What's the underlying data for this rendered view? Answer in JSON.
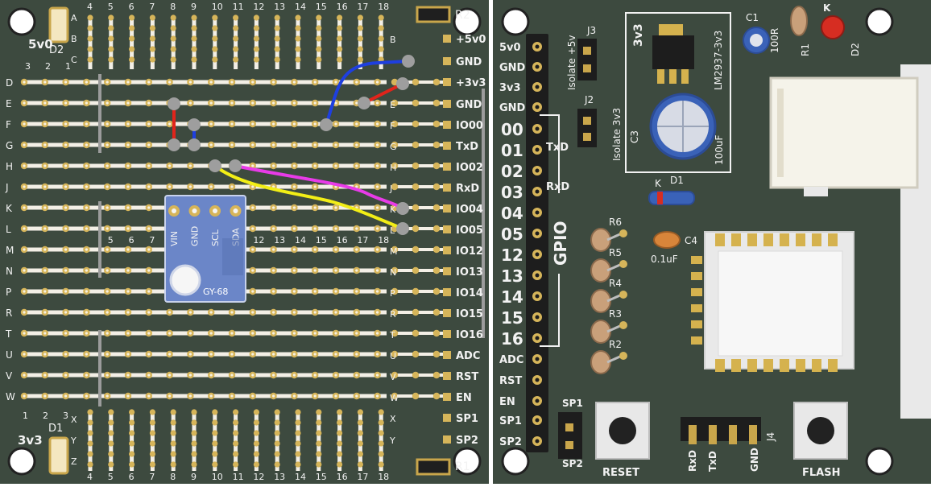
{
  "colors": {
    "board": "#3d4a3f",
    "board_edge": "#2b352d",
    "silk": "#f2f2f2",
    "pad": "#d6b55a",
    "pad_hole": "#f7f1df",
    "trace": "#f3efe6",
    "wire_red": "#e0241b",
    "wire_blue": "#1e3fe0",
    "wire_magenta": "#e83be8",
    "wire_yellow": "#f2ee16",
    "module_blue": "#6b86c8"
  },
  "left_board": {
    "column_labels_top": [
      "4",
      "5",
      "6",
      "7",
      "8",
      "9",
      "10",
      "11",
      "12",
      "13",
      "14",
      "15",
      "16",
      "17",
      "18"
    ],
    "column_labels_bottom": [
      "4",
      "5",
      "6",
      "7",
      "8",
      "9",
      "10",
      "11",
      "12",
      "13",
      "14",
      "15",
      "16",
      "17",
      "18"
    ],
    "column_labels_mid": [
      "5",
      "6",
      "7",
      "12",
      "13",
      "14",
      "15",
      "16",
      "17",
      "18"
    ],
    "left_numbers_top": [
      "3",
      "2",
      "1"
    ],
    "left_numbers_bottom": [
      "1",
      "2",
      "3"
    ],
    "row_letters": [
      "D",
      "E",
      "F",
      "G",
      "H",
      "J",
      "K",
      "L",
      "M",
      "N",
      "P",
      "R",
      "T",
      "U",
      "V",
      "W"
    ],
    "corner_letters_top": [
      "A",
      "B",
      "C"
    ],
    "corner_letters_bottom": [
      "X",
      "Y",
      "Z"
    ],
    "right_signals": [
      "+5v0",
      "GND",
      "+3v3",
      "GND",
      "IO00",
      "TxD",
      "IO02",
      "RxD",
      "IO04",
      "IO05",
      "IO12",
      "IO13",
      "IO14",
      "IO15",
      "IO16",
      "ADC",
      "RST",
      "EN",
      "SP1",
      "SP2"
    ],
    "right_letters": [
      "B",
      "",
      "",
      "E",
      "F",
      "G",
      "H",
      "J",
      "K",
      "L",
      "M",
      "N",
      "P",
      "R",
      "T",
      "U",
      "V",
      "W",
      "X",
      "Y"
    ],
    "labels": {
      "d2": "D2",
      "v5": "5v0",
      "d1": "D1",
      "v3": "3v3",
      "r2": "R2",
      "r1": "R1"
    },
    "sensor_module": {
      "pins": [
        "VIN",
        "GND",
        "SCL",
        "SDA"
      ],
      "name": "GY-68"
    }
  },
  "right_board": {
    "header_labels": [
      "5v0",
      "GND",
      "3v3",
      "GND",
      "00",
      "01",
      "02",
      "03",
      "04",
      "05",
      "12",
      "13",
      "14",
      "15",
      "16",
      "ADC",
      "RST",
      "EN",
      "SP1",
      "SP2"
    ],
    "gpio_label": "GPIO",
    "txd": "TxD",
    "rxd": "RxD",
    "j3": "J3",
    "j3_text": "Isolate +5v",
    "j2": "J2",
    "j2_text": "Isolate 3v3",
    "regulator": "LM2937-3v3",
    "reg_title": "3v3",
    "c3": "C3",
    "c3_value": "100uF",
    "c1": "C1",
    "c1_value": "100R",
    "r1": "R1",
    "d2": "D2",
    "k_top": "K",
    "d1": "D1",
    "k_d1": "K",
    "c4": "C4",
    "c4_value": "0.1uF",
    "resistors": [
      "R6",
      "R5",
      "R4",
      "R3",
      "R2"
    ],
    "sp1": "SP1",
    "sp2": "SP2",
    "reset": "RESET",
    "flash": "FLASH",
    "j4": "J4",
    "j4_pins": [
      "RxD",
      "TxD",
      "GND"
    ]
  }
}
